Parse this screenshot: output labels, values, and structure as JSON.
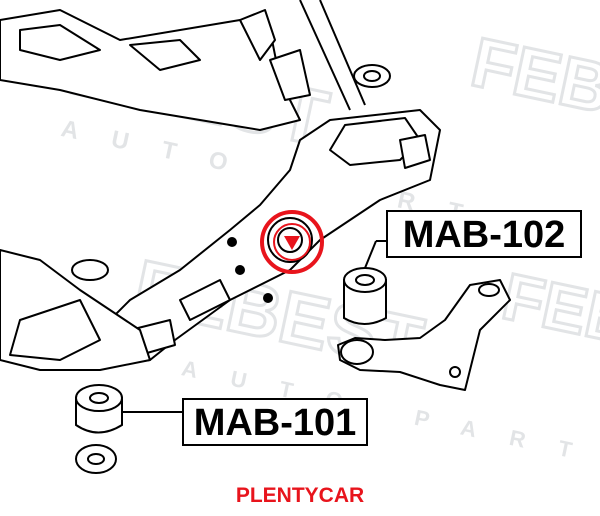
{
  "parts": [
    {
      "code": "MAB-102"
    },
    {
      "code": "MAB-101"
    }
  ],
  "watermark": {
    "brand": "FEBEST",
    "tagline": "AUTO PARTS",
    "footer": "PLENTYCAR",
    "colors": {
      "logo": "#e2e4e6",
      "stamp": "#e8141c",
      "footer": "#e8141c",
      "lines": "#000000"
    }
  }
}
